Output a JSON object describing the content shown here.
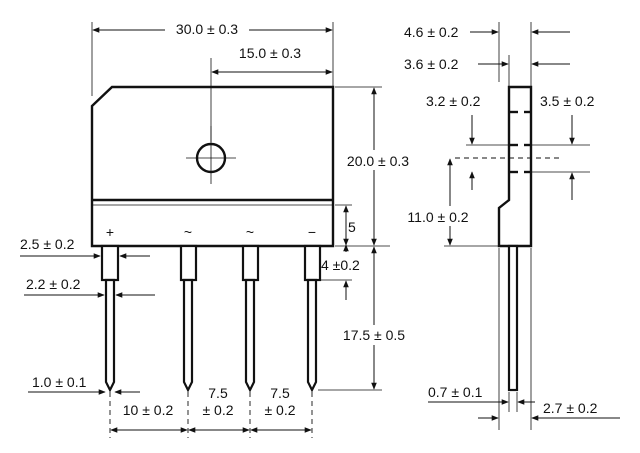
{
  "front_view": {
    "dims": {
      "overall_width": "30.0 ± 0.3",
      "hole_offset": "15.0 ± 0.3",
      "body_height": "20.0 ± 0.3",
      "band_height": "5",
      "pin_step": "4 ±0.2",
      "lead_length": "17.5 ± 0.5",
      "pin_width_wide": "2.5 ± 0.2",
      "pin_width_narrow": "2.2 ± 0.2",
      "lead_width": "1.0 ± 0.1",
      "pitch_first": "10 ± 0.2",
      "pitch_second_top": "7.5",
      "pitch_second_bottom": "± 0.2",
      "pitch_third_top": "7.5",
      "pitch_third_bottom": "± 0.2"
    },
    "pin_symbols": [
      "+",
      "~",
      "~",
      "−"
    ]
  },
  "side_view": {
    "dims": {
      "top_width": "4.6 ± 0.2",
      "upper_width": "3.6 ± 0.2",
      "left_notch": "3.2 ± 0.2",
      "right_notch": "3.5 ± 0.2",
      "lower_height": "11.0 ± 0.2",
      "lead_thickness": "0.7 ± 0.1",
      "bottom_width": "2.7 ± 0.2"
    }
  }
}
